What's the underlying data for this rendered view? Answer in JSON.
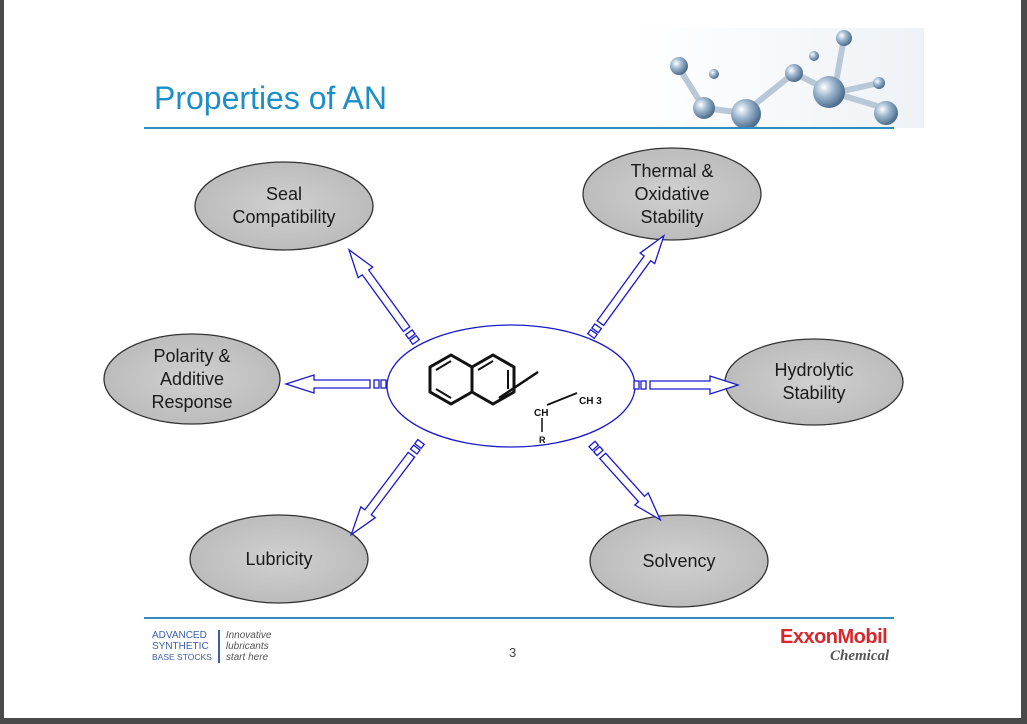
{
  "slide": {
    "title": "Properties of AN",
    "page_number": "3"
  },
  "center": {
    "molecule_label_ch": "CH",
    "molecule_label_ch3": "CH 3",
    "molecule_label_r": "R"
  },
  "properties": [
    {
      "id": "seal",
      "lines": [
        "Seal",
        "Compatibility"
      ]
    },
    {
      "id": "thermal",
      "lines": [
        "Thermal &",
        "Oxidative",
        "Stability"
      ]
    },
    {
      "id": "polarity",
      "lines": [
        "Polarity &",
        "Additive",
        "Response"
      ]
    },
    {
      "id": "hydrolytic",
      "lines": [
        "Hydrolytic",
        "Stability"
      ]
    },
    {
      "id": "lubricity",
      "lines": [
        "Lubricity"
      ]
    },
    {
      "id": "solvency",
      "lines": [
        "Solvency"
      ]
    }
  ],
  "footer": {
    "brand_left": [
      "ADVANCED",
      "SYNTHETIC",
      "BASE STOCKS"
    ],
    "brand_right": [
      "Innovative",
      "lubricants",
      "start here"
    ],
    "company_name": "ExxonMobil",
    "company_division": "Chemical"
  },
  "colors": {
    "title": "#1c8fc8",
    "rule": "#2e8dc0",
    "arrow": "#1a1acc",
    "ellipse_fill": "#c8c8c8",
    "company_red": "#d9262c"
  }
}
